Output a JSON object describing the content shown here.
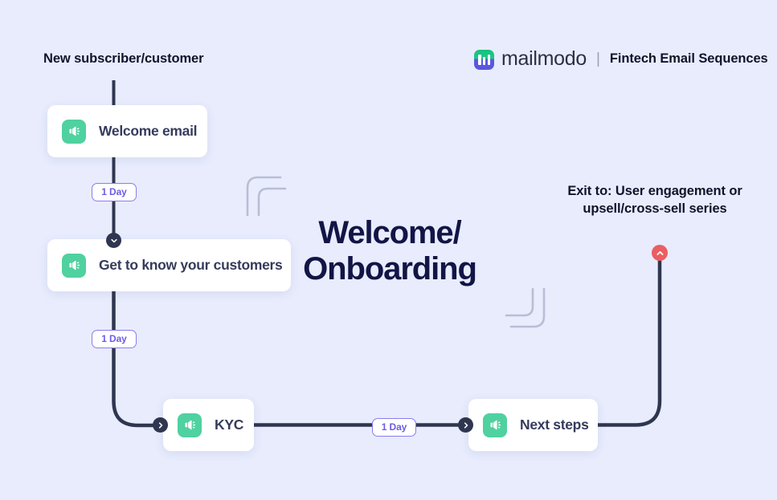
{
  "page": {
    "background_color": "#e8ecfd",
    "title_text": "Welcome/\nOnboarding",
    "title_line1": "Welcome/",
    "title_line2": "Onboarding",
    "title_color": "#121545"
  },
  "brand": {
    "logo_icon": "mailmodo-logo-icon",
    "wordmark": "mailmodo",
    "separator": "|",
    "subtitle": "Fintech Email Sequences",
    "logo_gradient_top": "#16c07e",
    "logo_gradient_bottom": "#5757dd"
  },
  "captions": {
    "start": "New subscriber/customer",
    "exit_line1": "Exit to: User engagement or",
    "exit_line2": "upsell/cross-sell series",
    "exit_full": "Exit to: User engagement or upsell/cross-sell series"
  },
  "nodes": [
    {
      "id": "welcome",
      "label": "Welcome email",
      "icon": "megaphone-icon",
      "icon_color": "#4fd1a0"
    },
    {
      "id": "getknow",
      "label": "Get to know your customers",
      "icon": "megaphone-icon",
      "icon_color": "#4fd1a0"
    },
    {
      "id": "kyc",
      "label": "KYC",
      "icon": "megaphone-icon",
      "icon_color": "#4fd1a0"
    },
    {
      "id": "next",
      "label": "Next steps",
      "icon": "megaphone-icon",
      "icon_color": "#4fd1a0"
    }
  ],
  "delays": [
    {
      "id": "delay1",
      "label": "1 Day"
    },
    {
      "id": "delay2",
      "label": "1 Day"
    },
    {
      "id": "delay3",
      "label": "1 Day"
    }
  ],
  "connectors": {
    "line_color": "#2f3650",
    "dot_color": "#2f3650",
    "exit_dot_color": "#ea5e62",
    "icons": {
      "chevron_down": "chevron-down-icon",
      "chevron_right": "chevron-right-icon",
      "chevron_up": "chevron-up-icon"
    }
  },
  "ornaments": {
    "color": "#b9bed6",
    "top_left": "rounded-corner-ornament",
    "bottom_right": "rounded-corner-ornament"
  }
}
